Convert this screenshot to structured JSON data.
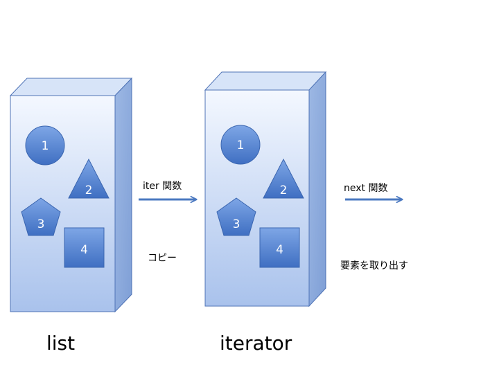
{
  "colors": {
    "box_front_top": "#f4f8ff",
    "box_front_bottom": "#a9c2ec",
    "box_side": "#7f9fd6",
    "box_top": "#d7e4f8",
    "box_stroke": "#4f73b6",
    "shape_fill_top": "#7ea6e6",
    "shape_fill_bottom": "#3f6fc2",
    "arrow": "#4a78c0"
  },
  "containers": [
    {
      "caption": "list",
      "items": [
        {
          "shape": "circle",
          "label": "1"
        },
        {
          "shape": "triangle",
          "label": "2"
        },
        {
          "shape": "pentagon",
          "label": "3"
        },
        {
          "shape": "square",
          "label": "4"
        }
      ]
    },
    {
      "caption": "iterator",
      "items": [
        {
          "shape": "circle",
          "label": "1"
        },
        {
          "shape": "triangle",
          "label": "2"
        },
        {
          "shape": "pentagon",
          "label": "3"
        },
        {
          "shape": "square",
          "label": "4"
        }
      ]
    }
  ],
  "arrows": [
    {
      "label": "iter 関数",
      "note": "コピー"
    },
    {
      "label": "next 関数",
      "note": "要素を取り出す"
    }
  ]
}
